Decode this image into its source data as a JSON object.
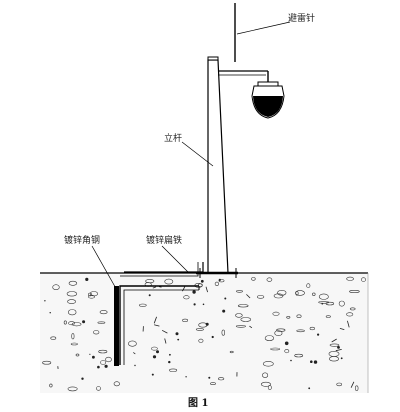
{
  "labels": {
    "lightning_rod": "避雷针",
    "pole": "立杆",
    "galvanized_angle_steel": "镀锌角钢",
    "galvanized_flat_steel": "镀锌扁铁"
  },
  "caption": "图 1"
}
